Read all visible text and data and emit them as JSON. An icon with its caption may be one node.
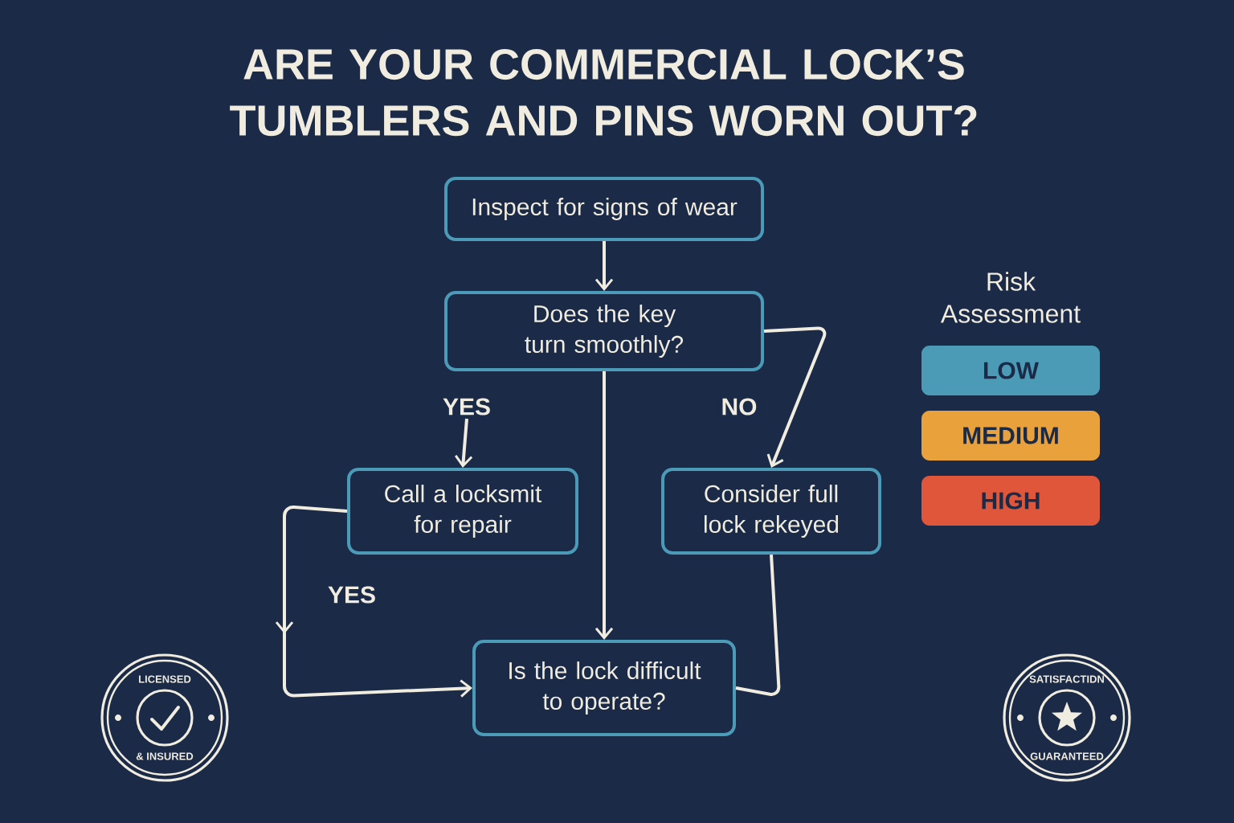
{
  "diagram": {
    "title": "ARE YOUR COMMERCIAL LOCK’S TUMBLERS AND PINS WORN OUT?",
    "nodes": [
      {
        "text": [
          "Inspect for signs of wear"
        ]
      },
      {
        "text": [
          "Does the key turn smoothly?"
        ]
      },
      {
        "text": [
          "YES"
        ]
      },
      {
        "text": [
          "Call a locksmit for repair"
        ]
      },
      {
        "text": [
          "Consider full lock rekeyed"
        ]
      },
      {
        "text": [
          "Is the lock difficult to operate?"
        ]
      }
    ],
    "edges": [
      {
        "from": 0,
        "to": 1,
        "arrow": "to"
      },
      {
        "from": 1,
        "to": 4,
        "arrow": "to",
        "label": "NO"
      },
      {
        "from": 2,
        "to": 3,
        "arrow": "to"
      },
      {
        "from": 1,
        "to": 5,
        "arrow": "to"
      },
      {
        "from": 3,
        "to": 5,
        "arrow": "to",
        "label": "YES"
      },
      {
        "from": 4,
        "to": 5,
        "arrow": "none"
      }
    ],
    "labels": [
      "Risk Assessment",
      "LICENSED",
      "& INSURED",
      "SATISFACTIDN",
      "GUARANTEED"
    ],
    "legend": [
      {
        "text": "LOW",
        "color": "#4b9ab6"
      },
      {
        "text": "MEDIUM",
        "color": "#e9a23b"
      },
      {
        "text": "HIGH",
        "color": "#e0563a"
      }
    ]
  }
}
